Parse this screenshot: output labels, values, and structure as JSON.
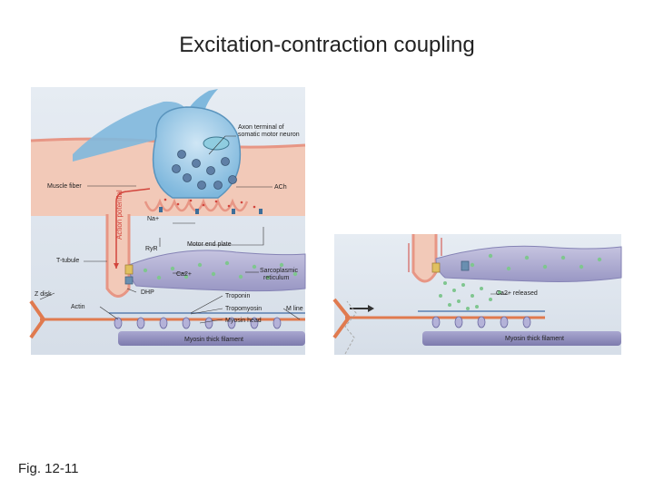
{
  "title": "Excitation-contraction coupling",
  "caption": "Fig. 12-11",
  "labels": {
    "axon_terminal_line1": "Axon terminal of",
    "axon_terminal_line2": "somatic motor neuron",
    "muscle_fiber": "Muscle fiber",
    "ach": "ACh",
    "action_potential": "Action potential",
    "na": "Na+",
    "motor_end_plate": "Motor end plate",
    "ryr": "RyR",
    "t_tubule": "T-tubule",
    "ca": "Ca2+",
    "sr_line1": "Sarcoplasmic",
    "sr_line2": "reticulum",
    "dhp": "DHP",
    "z_disk": "Z disk",
    "actin": "Actin",
    "troponin": "Troponin",
    "tropomyosin": "Tropomyosin",
    "m_line": "M line",
    "myosin_head": "Myosin head",
    "myosin_thick_filament_left": "Myosin thick filament",
    "ca_released": "Ca2+ released",
    "myosin_thick_filament_right": "Myosin thick filament"
  },
  "colors": {
    "muscle_fiber": "#f2c9b8",
    "neuron": "#7fb8dd",
    "neuron_light": "#bfdcef",
    "membrane": "#e79685",
    "sr": "#a8a6cc",
    "actin": "#e07a4f",
    "myosin": "#8c8ab8",
    "action_potential": "#d2453c",
    "panel_bg": "#dde5ee"
  }
}
